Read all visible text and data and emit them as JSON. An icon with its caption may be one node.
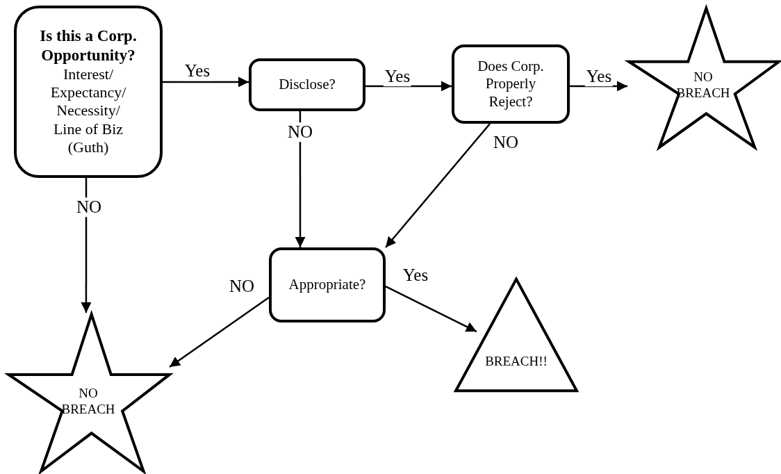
{
  "diagram": {
    "nodes": [
      {
        "text": [
          "Is this a Corp. Opportunity?",
          "Interest/ Expectancy/ Necessity/ Line of Biz (Guth)"
        ]
      },
      {
        "text": [
          "Disclose?"
        ]
      },
      {
        "text": [
          "Does Corp. Properly Reject?"
        ]
      },
      {
        "text": [
          "NO BREACH"
        ]
      },
      {
        "text": [
          "Appropriate?"
        ]
      },
      {
        "text": [
          "NO BREACH"
        ]
      },
      {
        "text": [
          "BREACH!!"
        ]
      }
    ],
    "edges": [
      {
        "from": 0,
        "to": 1,
        "arrow": "to",
        "label": "Yes"
      },
      {
        "from": 1,
        "to": 2,
        "arrow": "to",
        "label": "Yes"
      },
      {
        "from": 2,
        "to": 3,
        "arrow": "to",
        "label": "Yes"
      },
      {
        "from": 0,
        "to": 5,
        "arrow": "to",
        "label": "NO"
      },
      {
        "from": 1,
        "to": 4,
        "arrow": "to",
        "label": "NO"
      },
      {
        "from": 2,
        "to": 4,
        "arrow": "to",
        "label": "NO"
      },
      {
        "from": 4,
        "to": 5,
        "arrow": "to",
        "label": "NO"
      },
      {
        "from": 4,
        "to": 6,
        "arrow": "to",
        "label": "Yes"
      }
    ]
  }
}
